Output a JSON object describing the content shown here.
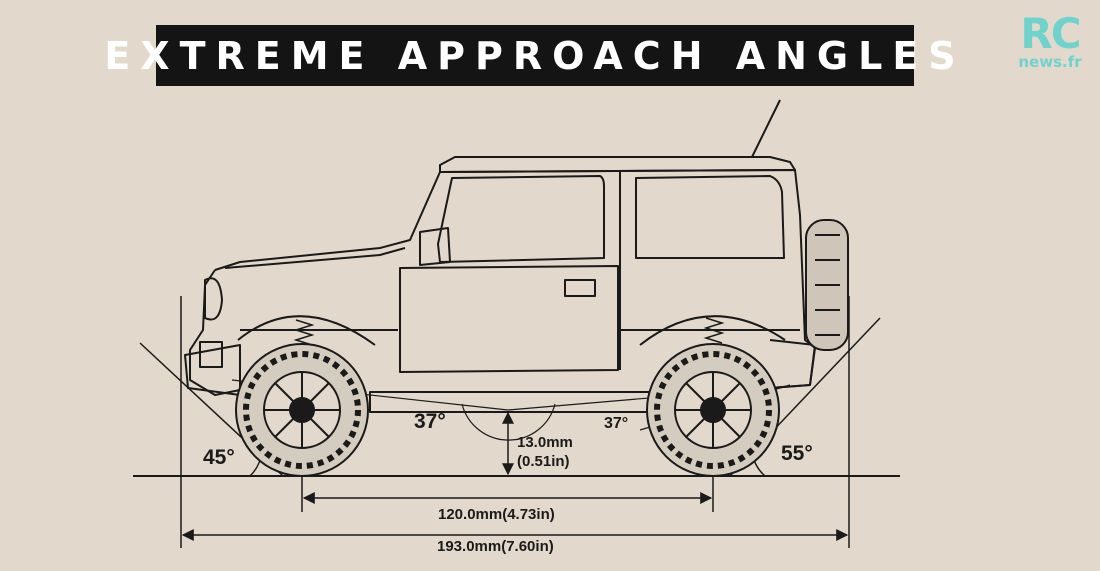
{
  "title": "EXTREME APPROACH ANGLES",
  "logo": {
    "main": "RC",
    "sub": "news.fr"
  },
  "angles": {
    "approach": "45°",
    "breakover": "37°",
    "rear_small": "37°",
    "departure": "55°"
  },
  "clearance": {
    "mm": "13.0mm",
    "in": "(0.51in)"
  },
  "wheelbase": "120.0mm(4.73in)",
  "overall_length": "193.0mm(7.60in)",
  "colors": {
    "background": "#e2d9cc",
    "banner": "#141414",
    "logo": "#6fd3cc",
    "ink": "#1a1a1a"
  }
}
